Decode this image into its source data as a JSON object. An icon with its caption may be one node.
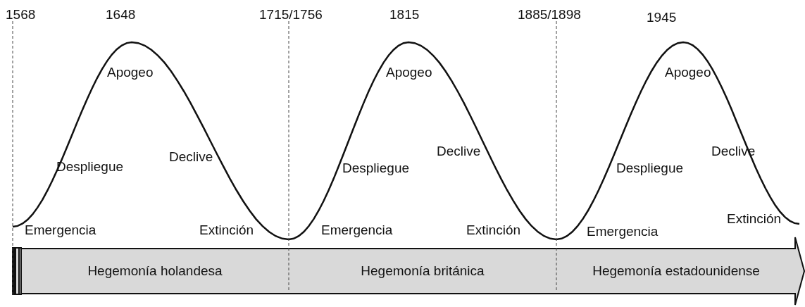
{
  "diagram": {
    "nodes": [
      {
        "text": [
          "Hegemonía holandesa"
        ]
      },
      {
        "text": [
          "Hegemonía británica"
        ]
      },
      {
        "text": [
          "Hegemonía estadounidense"
        ]
      }
    ],
    "labels": [
      "1568",
      "1648",
      "1715/1756",
      "1815",
      "1885/1898",
      "1945",
      "Apogeo",
      "Despliegue",
      "Declive",
      "Emergencia",
      "Extinción",
      "Apogeo",
      "Despliegue",
      "Declive",
      "Emergencia",
      "Extinción",
      "Apogeo",
      "Despliegue",
      "Declive",
      "Emergencia",
      "Extinción"
    ]
  }
}
